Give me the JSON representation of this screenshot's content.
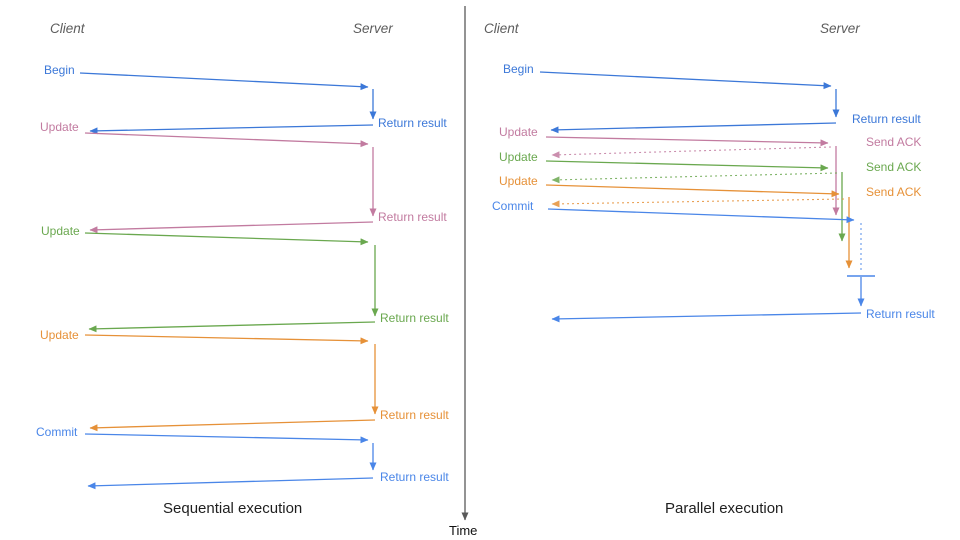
{
  "palette": {
    "blue": "#3c78d8",
    "commit_blue": "#4a86e8",
    "pink": "#c27ba0",
    "green": "#6aa84f",
    "orange": "#e69138",
    "axis_gray": "#595959",
    "header_gray": "#5c5c5c",
    "caption_black": "#1f1f1f"
  },
  "time_axis": {
    "label": "Time"
  },
  "left_panel": {
    "caption": "Sequential execution",
    "client_header": "Client",
    "server_header": "Server",
    "steps": [
      {
        "request": "Begin",
        "response": "Return result"
      },
      {
        "request": "Update",
        "response": "Return result"
      },
      {
        "request": "Update",
        "response": "Return result"
      },
      {
        "request": "Update",
        "response": "Return result"
      },
      {
        "request": "Commit",
        "response": "Return result"
      }
    ]
  },
  "right_panel": {
    "caption": "Parallel execution",
    "client_header": "Client",
    "server_header": "Server",
    "steps": [
      {
        "request": "Begin",
        "response": "Return result"
      },
      {
        "request": "Update",
        "response": "Send ACK"
      },
      {
        "request": "Update",
        "response": "Send ACK"
      },
      {
        "request": "Update",
        "response": "Send ACK"
      },
      {
        "request": "Commit",
        "response": "Return result"
      }
    ]
  }
}
